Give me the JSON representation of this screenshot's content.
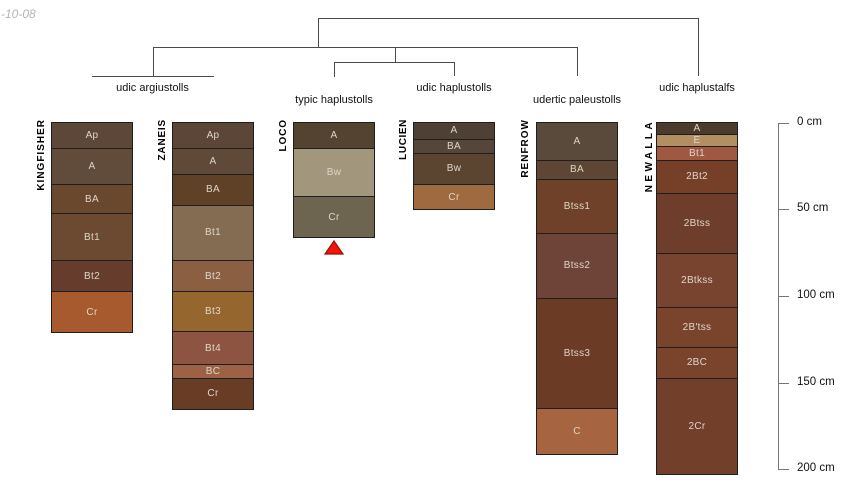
{
  "watermark": "-10-08",
  "classifications": [
    {
      "label": "udic argiustolls",
      "series": [
        "KINGFISHER",
        "ZANEIS"
      ]
    },
    {
      "label": "typic haplustolls",
      "series": [
        "LOCO"
      ]
    },
    {
      "label": "udic haplustolls",
      "series": [
        "LUCIEN"
      ]
    },
    {
      "label": "udertic paleustolls",
      "series": [
        "RENFROW"
      ]
    },
    {
      "label": "udic haplustalfs",
      "series": [
        "NEWALLA"
      ]
    }
  ],
  "depth_scale": {
    "unit": "cm",
    "ticks": [
      {
        "cm": 0,
        "label": "0 cm"
      },
      {
        "cm": 50,
        "label": "50 cm"
      },
      {
        "cm": 100,
        "label": "100 cm"
      },
      {
        "cm": 150,
        "label": "150 cm"
      },
      {
        "cm": 200,
        "label": "200 cm"
      }
    ]
  },
  "marker": {
    "shape": "triangle-up",
    "fill": "#f2150a",
    "stroke": "#9b0e06",
    "below_column": "LOCO"
  },
  "columns": [
    {
      "name": "KINGFISHER",
      "classification": "udic argiustolls",
      "horizons": [
        {
          "label": "Ap",
          "bottom_cm": 15,
          "color": "#5d4738"
        },
        {
          "label": "A",
          "bottom_cm": 36,
          "color": "#614b3a"
        },
        {
          "label": "BA",
          "bottom_cm": 53,
          "color": "#69482e"
        },
        {
          "label": "Bt1",
          "bottom_cm": 80,
          "color": "#6c4a31"
        },
        {
          "label": "Bt2",
          "bottom_cm": 98,
          "color": "#663d2d"
        },
        {
          "label": "Cr",
          "bottom_cm": 121,
          "color": "#a65a2d"
        }
      ]
    },
    {
      "name": "ZANEIS",
      "classification": "udic argiustolls",
      "horizons": [
        {
          "label": "Ap",
          "bottom_cm": 15,
          "color": "#5c4637"
        },
        {
          "label": "A",
          "bottom_cm": 30,
          "color": "#5f4938"
        },
        {
          "label": "BA",
          "bottom_cm": 48,
          "color": "#5e4126"
        },
        {
          "label": "Bt1",
          "bottom_cm": 80,
          "color": "#836c52"
        },
        {
          "label": "Bt2",
          "bottom_cm": 98,
          "color": "#8b6042"
        },
        {
          "label": "Bt3",
          "bottom_cm": 121,
          "color": "#96662f"
        },
        {
          "label": "Bt4",
          "bottom_cm": 140,
          "color": "#8d5541"
        },
        {
          "label": "BC",
          "bottom_cm": 148,
          "color": "#9d6145"
        },
        {
          "label": "Cr",
          "bottom_cm": 165,
          "color": "#693d25"
        }
      ]
    },
    {
      "name": "LOCO",
      "classification": "typic haplustolls",
      "horizons": [
        {
          "label": "A",
          "bottom_cm": 15,
          "color": "#544331"
        },
        {
          "label": "Bw",
          "bottom_cm": 43,
          "color": "#a2977c"
        },
        {
          "label": "Cr",
          "bottom_cm": 66,
          "color": "#6e6550"
        }
      ]
    },
    {
      "name": "LUCIEN",
      "classification": "udic haplustolls",
      "horizons": [
        {
          "label": "A",
          "bottom_cm": 10,
          "color": "#4e4034"
        },
        {
          "label": "BA",
          "bottom_cm": 18,
          "color": "#564639"
        },
        {
          "label": "Bw",
          "bottom_cm": 36,
          "color": "#5c4530"
        },
        {
          "label": "Cr",
          "bottom_cm": 50,
          "color": "#a06a40"
        }
      ]
    },
    {
      "name": "RENFROW",
      "classification": "udertic paleustolls",
      "horizons": [
        {
          "label": "A",
          "bottom_cm": 22,
          "color": "#594a3c"
        },
        {
          "label": "BA",
          "bottom_cm": 33,
          "color": "#5f4533"
        },
        {
          "label": "Btss1",
          "bottom_cm": 64,
          "color": "#6f4128"
        },
        {
          "label": "Btss2",
          "bottom_cm": 102,
          "color": "#6e4338"
        },
        {
          "label": "Btss3",
          "bottom_cm": 165,
          "color": "#6c3b25"
        },
        {
          "label": "C",
          "bottom_cm": 191,
          "color": "#a76441"
        }
      ]
    },
    {
      "name": "NEWALLA",
      "classification": "udic haplustalfs",
      "horizons": [
        {
          "label": "A",
          "bottom_cm": 7,
          "color": "#4c3b2c"
        },
        {
          "label": "E",
          "bottom_cm": 14,
          "color": "#b28e60"
        },
        {
          "label": "Bt1",
          "bottom_cm": 22,
          "color": "#a05841"
        },
        {
          "label": "2Bt2",
          "bottom_cm": 41,
          "color": "#753f28"
        },
        {
          "label": "2Btss",
          "bottom_cm": 76,
          "color": "#6f3d2b"
        },
        {
          "label": "2Btkss",
          "bottom_cm": 107,
          "color": "#784430"
        },
        {
          "label": "2B'tss",
          "bottom_cm": 130,
          "color": "#7a432c"
        },
        {
          "label": "2BC",
          "bottom_cm": 148,
          "color": "#7a432c"
        },
        {
          "label": "2Cr",
          "bottom_cm": 203,
          "color": "#723f2b"
        }
      ]
    }
  ]
}
